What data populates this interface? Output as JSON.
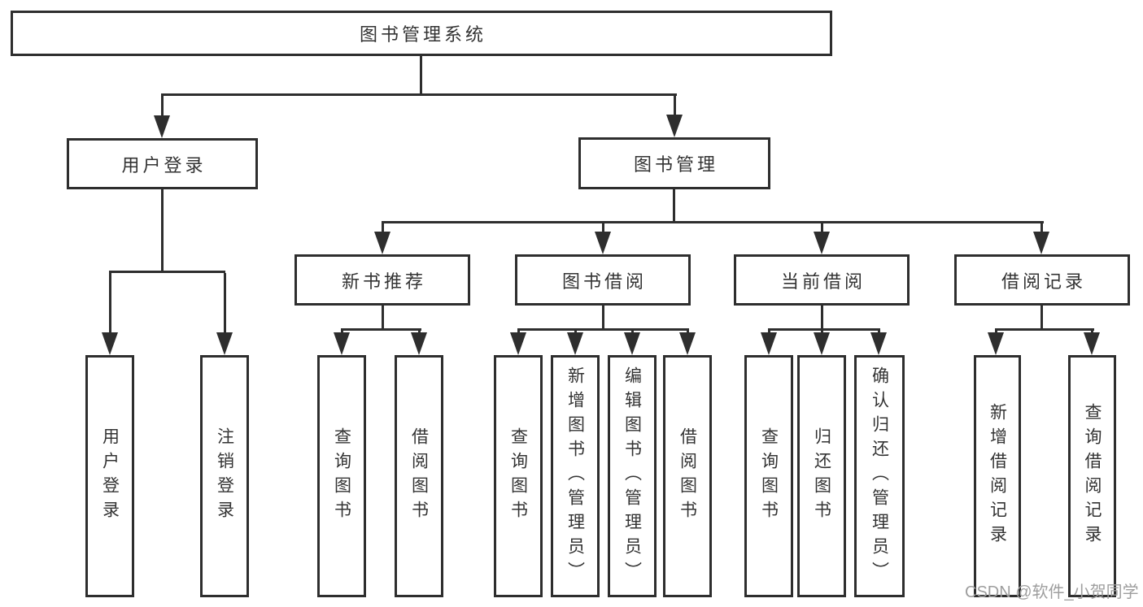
{
  "diagram": {
    "root": "图书管理系统",
    "branches": {
      "user_login": {
        "label": "用户登录",
        "children": [
          "用户登录",
          "注销登录"
        ]
      },
      "book_mgmt": {
        "label": "图书管理",
        "sections": {
          "new_book_rec": {
            "label": "新书推荐",
            "children": [
              "查询图书",
              "借阅图书"
            ]
          },
          "book_borrow": {
            "label": "图书借阅",
            "children": [
              "查询图书",
              "新增图书（管理员）",
              "编辑图书（管理员）",
              "借阅图书"
            ]
          },
          "current_borrow": {
            "label": "当前借阅",
            "children": [
              "查询图书",
              "归还图书",
              "确认归还（管理员）"
            ]
          },
          "borrow_records": {
            "label": "借阅记录",
            "children": [
              "新增借阅记录",
              "查询借阅记录"
            ]
          }
        }
      }
    },
    "colors": {
      "line": "#2e2e2e",
      "text": "#333333",
      "watermark": "#9e9e9e",
      "background": "#ffffff"
    }
  },
  "watermark": "CSDN @软件_小贺同学"
}
